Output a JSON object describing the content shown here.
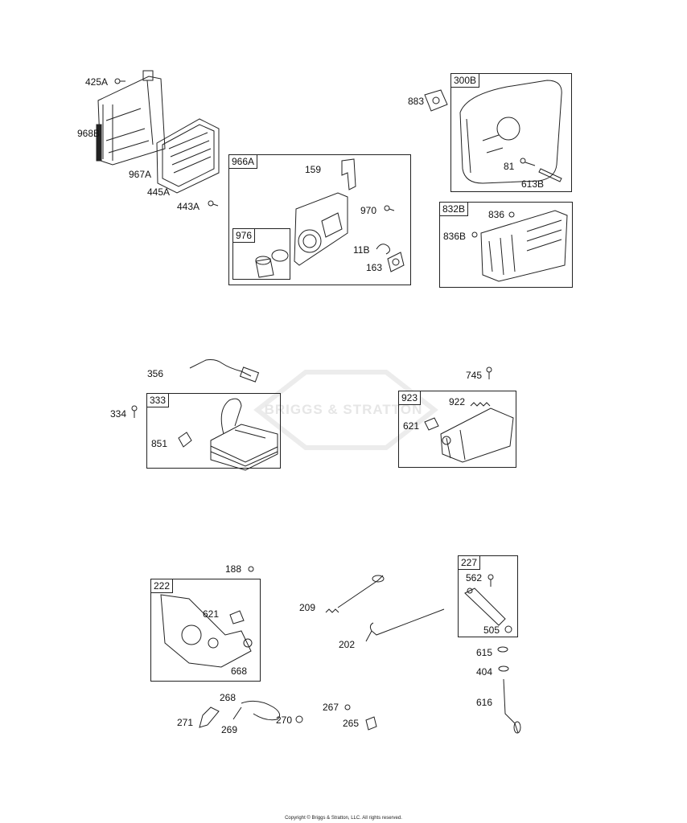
{
  "watermark": "BRIGGS & STRATTON",
  "copyright": "Copyright © Briggs & Stratton, LLC. All rights reserved.",
  "boxes": {
    "b966A": "966A",
    "b976": "976",
    "b300B": "300B",
    "b832B": "832B",
    "b333": "333",
    "b923": "923",
    "b222": "222",
    "b227": "227"
  },
  "labels": {
    "p425A": "425A",
    "p968B": "968B",
    "p967A": "967A",
    "p445A": "445A",
    "p443A": "443A",
    "p159": "159",
    "p970": "970",
    "p11B": "11B",
    "p163": "163",
    "p883": "883",
    "p81": "81",
    "p613B": "613B",
    "p836": "836",
    "p836B": "836B",
    "p356": "356",
    "p334": "334",
    "p851": "851",
    "p745": "745",
    "p922": "922",
    "p621a": "621",
    "p188": "188",
    "p621b": "621",
    "p668": "668",
    "p209": "209",
    "p202": "202",
    "p562": "562",
    "p505": "505",
    "p615": "615",
    "p404": "404",
    "p616": "616",
    "p268": "268",
    "p271": "271",
    "p269": "269",
    "p270": "270",
    "p267": "267",
    "p265": "265"
  }
}
